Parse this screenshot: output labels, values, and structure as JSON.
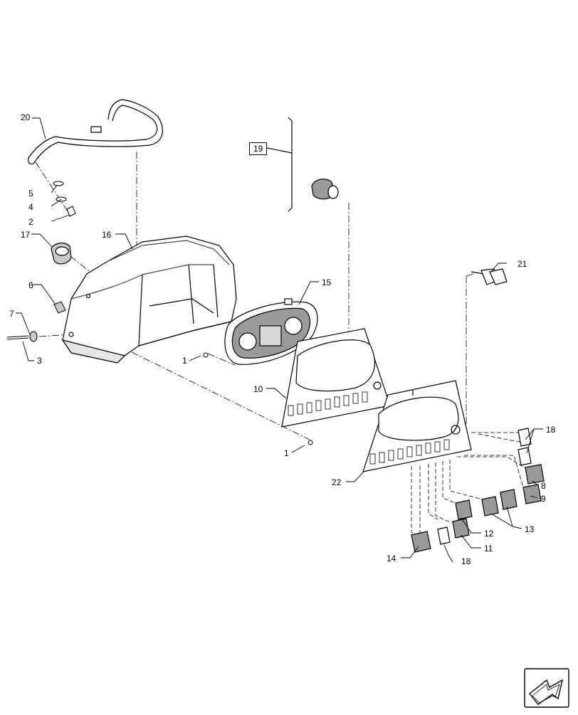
{
  "callouts": {
    "c20": "20",
    "c19": "19",
    "c5": "5",
    "c4": "4",
    "c2": "2",
    "c17": "17",
    "c16": "16",
    "c6": "6",
    "c15": "15",
    "c21": "21",
    "c7": "7",
    "c3": "3",
    "c1a": "1",
    "c10": "10",
    "c18a": "18",
    "c1b": "1",
    "c22": "22",
    "c8": "8",
    "c9": "9",
    "c13": "13",
    "c12": "12",
    "c11": "11",
    "c14": "14",
    "c18b": "18"
  },
  "icons": {
    "nav": "forward-arrow-icon"
  },
  "colors": {
    "line": "#000000",
    "fill": "#ffffff",
    "shade": "#9a9a9a",
    "shadeLight": "#c8c8c8"
  }
}
